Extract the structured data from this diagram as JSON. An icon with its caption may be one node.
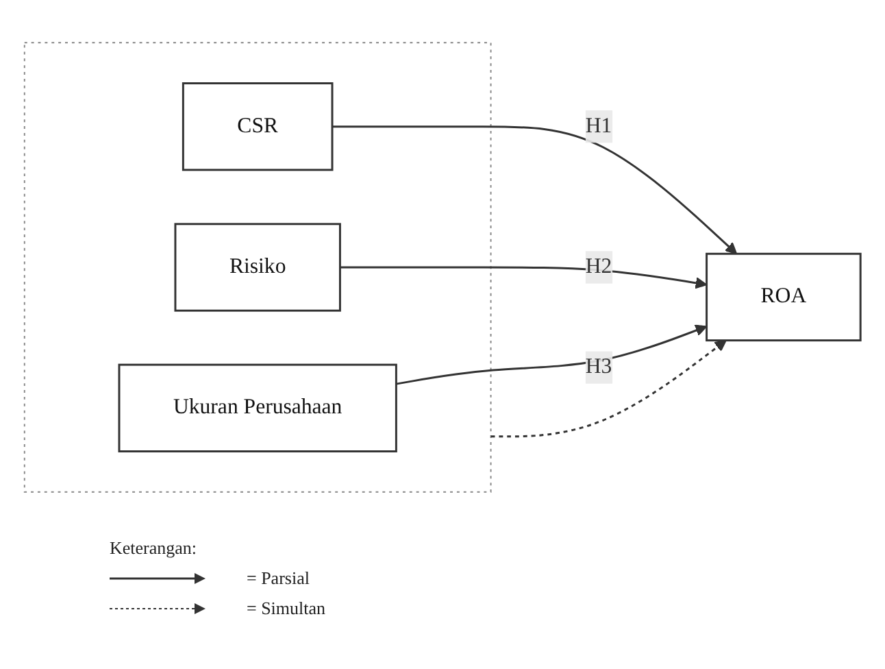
{
  "diagram": {
    "nodes": [
      {
        "text": [],
        "shape": "box"
      },
      {
        "text": [
          "CSR"
        ],
        "in": 0
      },
      {
        "text": [
          "Risiko"
        ],
        "in": 0
      },
      {
        "text": [
          "Ukuran Perusahaan"
        ],
        "in": 0
      },
      {
        "text": [
          "ROA"
        ]
      }
    ],
    "edges": [
      {
        "from": 1,
        "to": 4,
        "arrow": "to",
        "label": "H1"
      },
      {
        "from": 2,
        "to": 4,
        "arrow": "to",
        "label": "H2"
      },
      {
        "from": 3,
        "to": 4,
        "arrow": "to",
        "label": "H3"
      },
      {
        "from": 0,
        "to": 4,
        "arrow": "to",
        "style": "dashed"
      }
    ],
    "labels": [
      "Keterangan:"
    ],
    "legend": [
      {
        "text": "= Parsial"
      },
      {
        "text": "= Simultan"
      }
    ]
  }
}
